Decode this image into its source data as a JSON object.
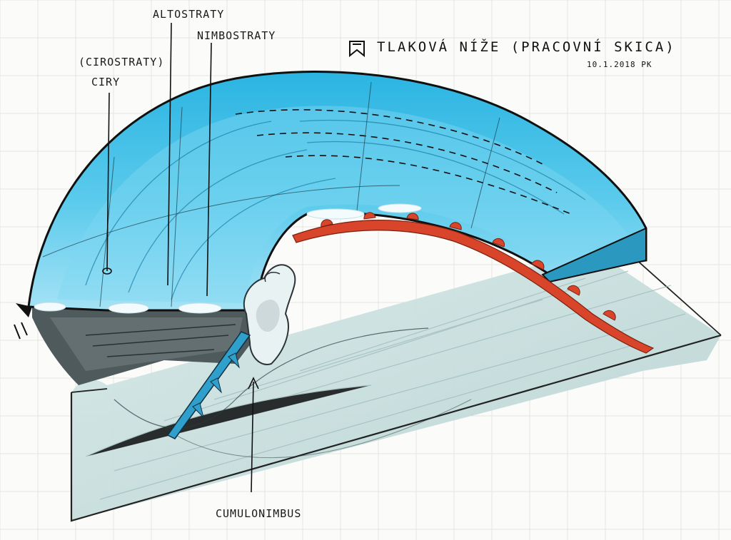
{
  "title": "TLAKOVÁ NÍŽE (PRACOVNÍ SKICA)",
  "signature": "10.1.2018 PK",
  "labels": {
    "cirrostratus": "(CIROSTRATY)",
    "cirrus": "CIRY",
    "altostratus": "ALTOSTRATY",
    "nimbostratus": "NIMBOSTRATY",
    "cumulonimbus": "CUMULONIMBUS"
  },
  "colors": {
    "sky_blue": "#3cbfe6",
    "sky_light": "#8fdcf3",
    "ground": "#c7dedd",
    "ground_dark": "#4f5a5d",
    "front_red": "#d8452a",
    "grid": "#e2e2de"
  },
  "icons": {
    "title_mark": "bookmark-sketch-icon"
  }
}
